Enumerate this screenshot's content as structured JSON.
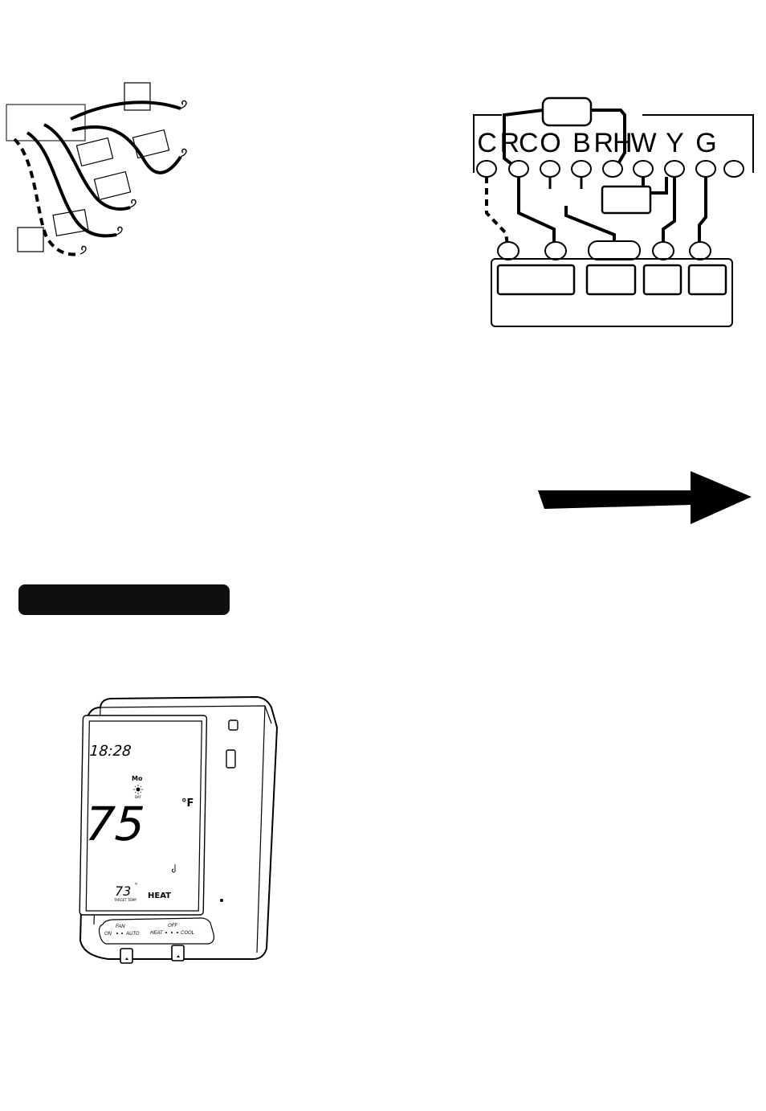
{
  "terminal_labels": [
    "C",
    "RC",
    "O",
    "B",
    "RH",
    "W",
    "Y",
    "G"
  ],
  "section_banner": "",
  "thermostat": {
    "time": "18:28",
    "day": "Mo",
    "period": "DAY",
    "temperature": "75",
    "unit": "°F",
    "target_temp": "73",
    "target_label": "TARGET TEMP",
    "mode": "HEAT",
    "fan_label": "FAN",
    "fan_on": "ON",
    "fan_auto": "AUTO",
    "sys_off": "OFF",
    "sys_heat": "HEAT",
    "sys_cool": "COOL"
  }
}
